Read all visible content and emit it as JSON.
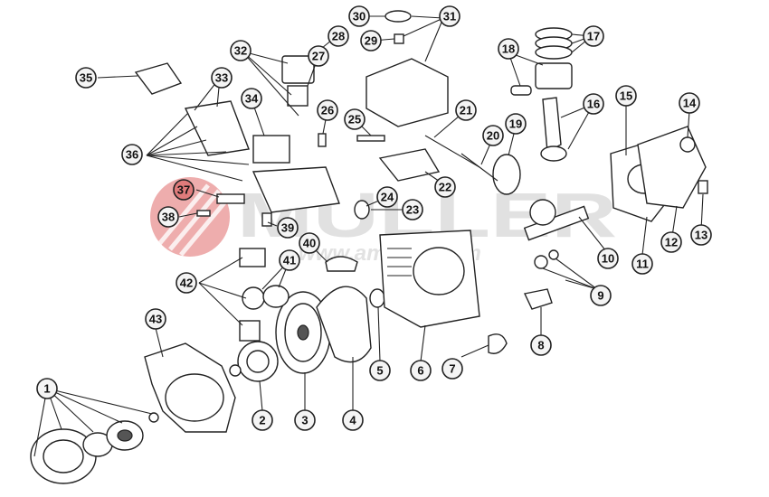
{
  "diagram": {
    "callouts": [
      {
        "id": "c1",
        "label": "1"
      },
      {
        "id": "c2",
        "label": "2"
      },
      {
        "id": "c3",
        "label": "3"
      },
      {
        "id": "c4",
        "label": "4"
      },
      {
        "id": "c5",
        "label": "5"
      },
      {
        "id": "c6",
        "label": "6"
      },
      {
        "id": "c7",
        "label": "7"
      },
      {
        "id": "c8",
        "label": "8"
      },
      {
        "id": "c9",
        "label": "9"
      },
      {
        "id": "c10",
        "label": "10"
      },
      {
        "id": "c11",
        "label": "11"
      },
      {
        "id": "c12",
        "label": "12"
      },
      {
        "id": "c13",
        "label": "13"
      },
      {
        "id": "c14",
        "label": "14"
      },
      {
        "id": "c15",
        "label": "15"
      },
      {
        "id": "c16",
        "label": "16"
      },
      {
        "id": "c17",
        "label": "17"
      },
      {
        "id": "c18",
        "label": "18"
      },
      {
        "id": "c19",
        "label": "19"
      },
      {
        "id": "c20",
        "label": "20"
      },
      {
        "id": "c21",
        "label": "21"
      },
      {
        "id": "c22",
        "label": "22"
      },
      {
        "id": "c23",
        "label": "23"
      },
      {
        "id": "c24",
        "label": "24"
      },
      {
        "id": "c25",
        "label": "25"
      },
      {
        "id": "c26",
        "label": "26"
      },
      {
        "id": "c27",
        "label": "27"
      },
      {
        "id": "c28",
        "label": "28"
      },
      {
        "id": "c29",
        "label": "29"
      },
      {
        "id": "c30",
        "label": "30"
      },
      {
        "id": "c31",
        "label": "31"
      },
      {
        "id": "c32",
        "label": "32"
      },
      {
        "id": "c33",
        "label": "33"
      },
      {
        "id": "c34",
        "label": "34"
      },
      {
        "id": "c35",
        "label": "35"
      },
      {
        "id": "c36",
        "label": "36"
      },
      {
        "id": "c37",
        "label": "37"
      },
      {
        "id": "c38",
        "label": "38"
      },
      {
        "id": "c39",
        "label": "39"
      },
      {
        "id": "c40",
        "label": "40"
      },
      {
        "id": "c41",
        "label": "41"
      },
      {
        "id": "c42",
        "label": "42"
      },
      {
        "id": "c43",
        "label": "43"
      }
    ]
  },
  "watermark": {
    "brand": "MULLER",
    "url": "www.amuller.com",
    "logo_color": "#d94a4a"
  }
}
